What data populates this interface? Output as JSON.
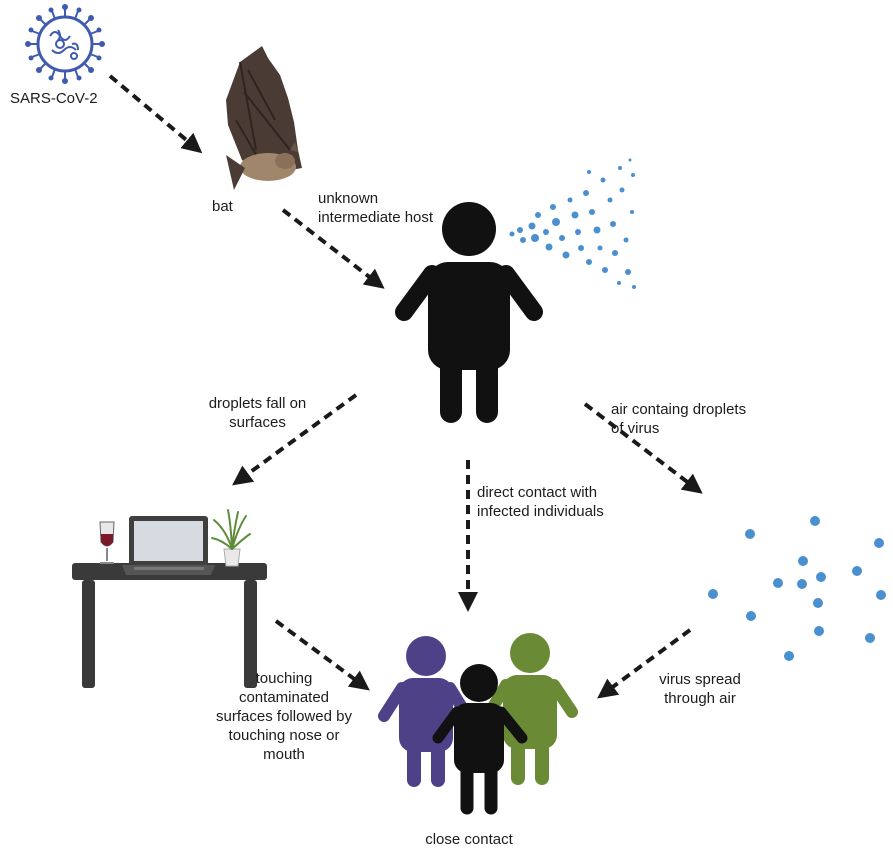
{
  "labels": {
    "virus": "SARS-CoV-2",
    "bat": "bat",
    "intermediate_line1": "unknown",
    "intermediate_line2": "intermediate host",
    "droplets_line1": "droplets fall on",
    "droplets_line2": "surfaces",
    "air_line1": "air containg droplets",
    "air_line2": "of virus",
    "direct_line1": "direct contact with",
    "direct_line2": "infected individuals",
    "touching_line1": "touching",
    "touching_line2": "contaminated",
    "touching_line3": "surfaces followed by",
    "touching_line4": "touching nose or",
    "touching_line5": "mouth",
    "spread_line1": "virus spread",
    "spread_line2": "through air",
    "close_contact": "close contact"
  },
  "colors": {
    "virus": "#3e5bb0",
    "droplet": "#4a90d0",
    "person_infected": "#111111",
    "person_purple": "#4f4188",
    "person_green": "#6b8a35",
    "person_black": "#111111",
    "table": "#3a3a3a",
    "arrow": "#1a1a1a"
  }
}
